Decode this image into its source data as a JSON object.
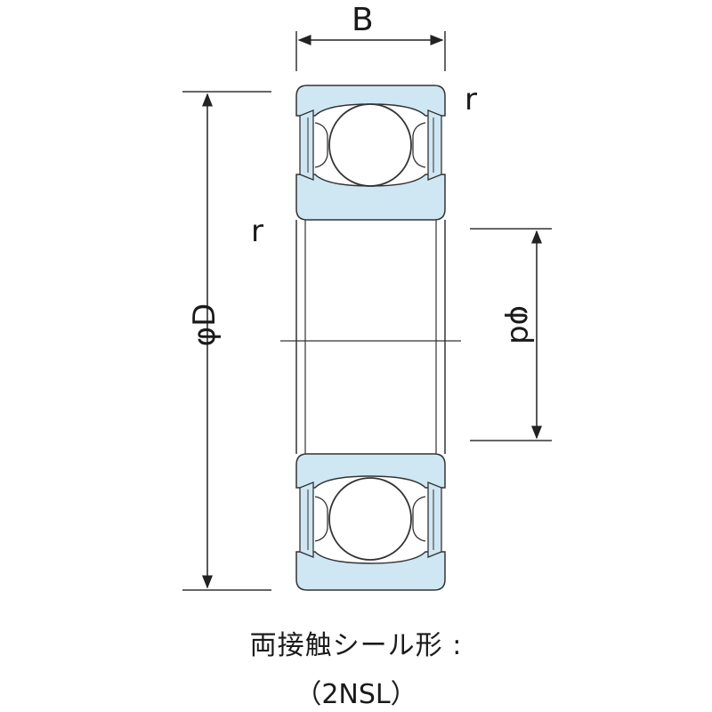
{
  "labels": {
    "width": "B",
    "outer_diameter": "φD",
    "inner_diameter": "φd",
    "radius_top": "r",
    "radius_left": "r"
  },
  "caption": {
    "line1": "両接触シール形 :",
    "line2": "（2NSL）"
  },
  "colors": {
    "ring_fill": "#cfe6f3",
    "line": "#333333",
    "background": "#ffffff"
  }
}
